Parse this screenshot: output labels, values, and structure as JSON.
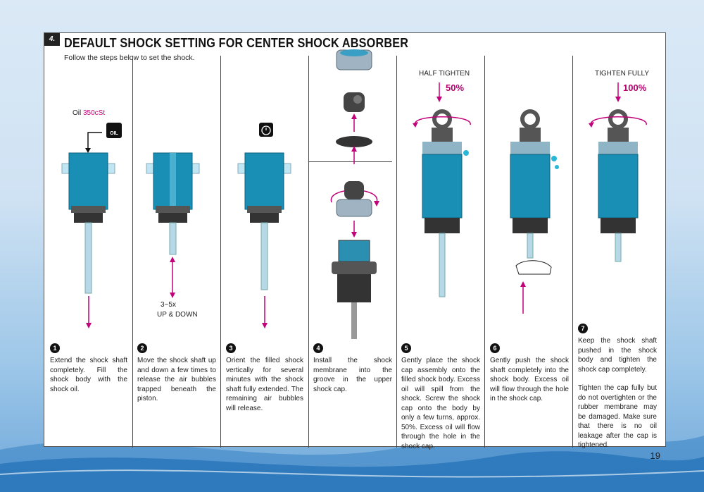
{
  "section": {
    "number": "4.",
    "title": "DEFAULT SHOCK SETTING FOR CENTER SHOCK ABSORBER",
    "subtitle": "Follow the steps below to set the shock."
  },
  "labels": {
    "oil_prefix": "Oil ",
    "oil_value": "350cSt",
    "oil_icon_text": "OIL",
    "updown_count": "3~5x",
    "updown": "UP & DOWN",
    "half_tighten": "HALF TIGHTEN",
    "half_pct": "50%",
    "tighten_fully": "TIGHTEN FULLY",
    "full_pct": "100%"
  },
  "steps": [
    {
      "num": "1",
      "text": "Extend the shock shaft completely. Fill the shock body with the shock oil."
    },
    {
      "num": "2",
      "text": "Move the shock shaft up and down a few times to release the air bubbles trapped beneath the piston."
    },
    {
      "num": "3",
      "text": "Orient the filled shock vertically for several minutes with the shock shaft fully extended. The remaining air bubbles will release."
    },
    {
      "num": "4",
      "text": "Install the shock membrane into the groove in the upper shock cap."
    },
    {
      "num": "5",
      "text": "Gently place the shock cap assembly onto the filled shock body. Excess oil will spill from the shock. Screw the shock cap onto the body by only a few turns, approx. 50%. Excess oil will flow through the hole in the shock cap."
    },
    {
      "num": "6",
      "text": "Gently push the shock shaft completely into the shock body. Excess oil will flow through the hole in the shock cap."
    },
    {
      "num": "7",
      "text": "Keep the shock shaft pushed in the shock body and tighten the shock cap completely.",
      "text2": "Tighten the cap fully but do not overtighten or the rubber membrane may be damaged. Make sure that there is no oil leakage after the cap is tightened."
    }
  ],
  "page_number": "19",
  "colors": {
    "oil": "#1a8fb5",
    "accent": "#c2007a",
    "frame": "#555555"
  }
}
